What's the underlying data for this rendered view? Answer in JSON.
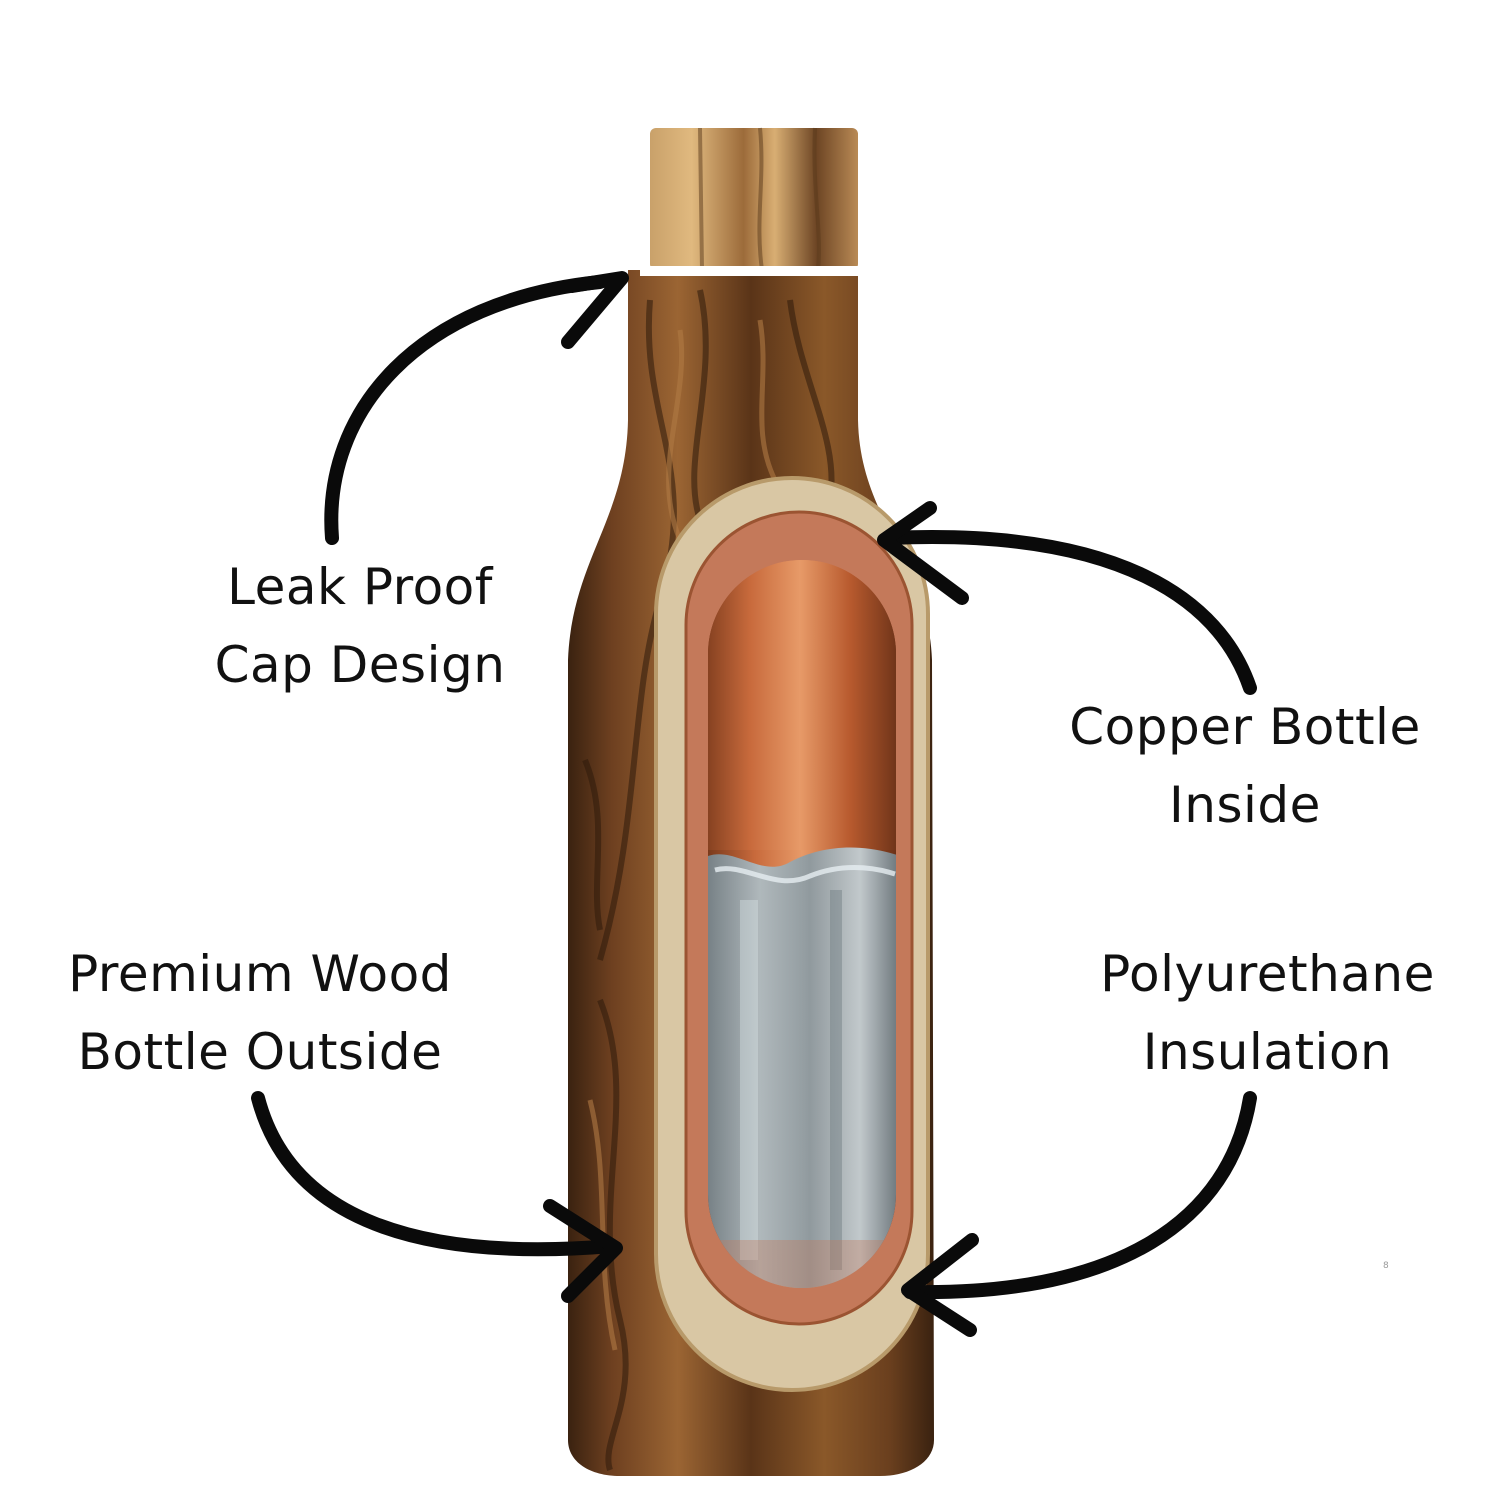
{
  "labels": {
    "cap": {
      "line1": "Leak Proof",
      "line2": "Cap Design"
    },
    "copper": {
      "line1": "Copper Bottle",
      "line2": "Inside"
    },
    "wood": {
      "line1": "Premium Wood",
      "line2": "Bottle Outside"
    },
    "insulation": {
      "line1": "Polyurethane",
      "line2": "Insulation"
    }
  },
  "corner_mark": "8",
  "colors": {
    "background": "#ffffff",
    "text": "#111111",
    "arrow": "#0a0a0a",
    "wood_dark": "#3d2412",
    "wood_mid": "#7a4a26",
    "wood_light": "#a8743f",
    "insulation_ring": "#d9c7a4",
    "copper_rim": "#c4795a",
    "copper_inner": "#c86a3c",
    "water": "#9aa7ad"
  },
  "icons": [
    "curved-arrow-icon",
    "arrow-head-icon"
  ]
}
